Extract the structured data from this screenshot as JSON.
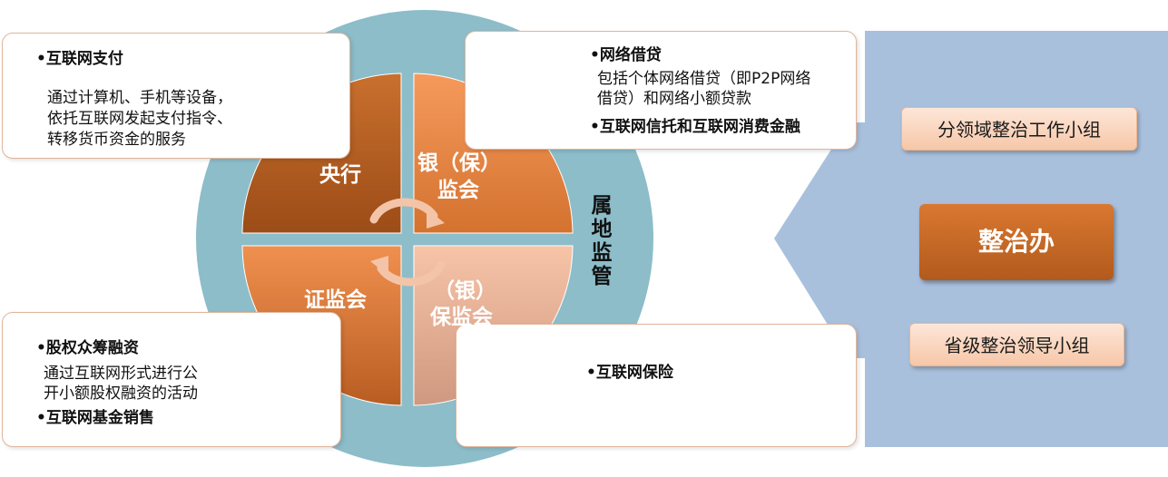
{
  "colors": {
    "circle_bg": "#8cbdc9",
    "quad_dark": "#b95e23",
    "quad_orange": "#f08a4b",
    "quad_light": "#f3b89a",
    "panel_bg": "#a9c0dd",
    "box_border": "#e0b59a"
  },
  "quadrants": {
    "top_left": "央行",
    "top_right_line1": "银（保）",
    "top_right_line2": "监会",
    "bottom_left": "证监会",
    "bottom_right_line1": "（银）",
    "bottom_right_line2": "保监会"
  },
  "side_label": [
    "属",
    "地",
    "监",
    "管"
  ],
  "boxes": {
    "top_left": {
      "title": "•互联网支付",
      "lines": [
        "通过计算机、手机等设备，",
        "依托互联网发起支付指令、",
        "转移货币资金的服务"
      ]
    },
    "top_right": {
      "title": "•网络借贷",
      "lines": [
        "包括个体网络借贷（即P2P网络",
        "借贷）和网络小额贷款"
      ],
      "title2": "•互联网信托和互联网消费金融"
    },
    "bottom_left": {
      "title": "•股权众筹融资",
      "lines": [
        "通过互联网形式进行公",
        "开小额股权融资的活动"
      ],
      "title2": "•互联网基金销售"
    },
    "bottom_right": {
      "title": "•互联网保险"
    }
  },
  "panel": {
    "top_pill": "分领域整治工作小组",
    "center_pill": "整治办",
    "bottom_pill": "省级整治领导小组"
  }
}
